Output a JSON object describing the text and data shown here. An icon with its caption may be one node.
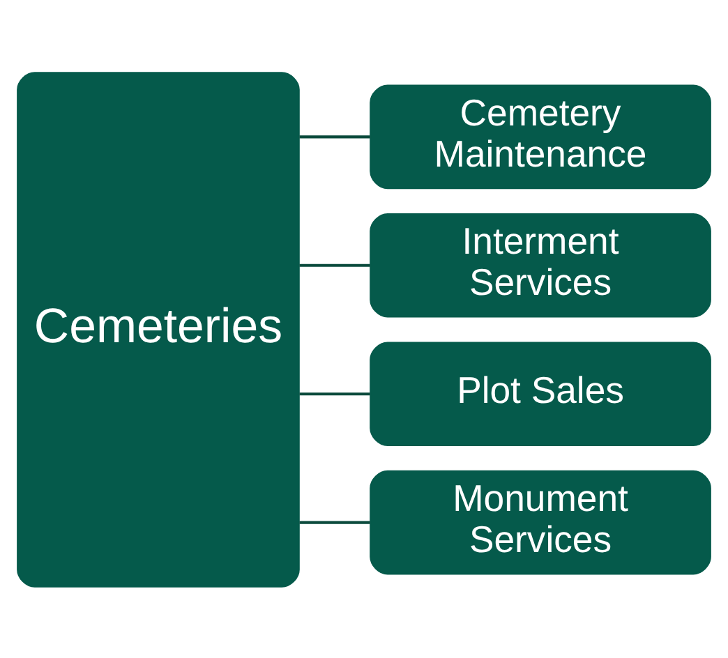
{
  "diagram": {
    "nodes": [
      {
        "text": [
          "Cemeteries"
        ]
      },
      {
        "text": [
          "Cemetery Maintenance"
        ]
      },
      {
        "text": [
          "Interment Services"
        ]
      },
      {
        "text": [
          "Plot Sales"
        ]
      },
      {
        "text": [
          "Monument Services"
        ]
      }
    ],
    "edges": [
      {
        "from": 0,
        "to": 1,
        "arrow": "none"
      },
      {
        "from": 0,
        "to": 2,
        "arrow": "none"
      },
      {
        "from": 0,
        "to": 3,
        "arrow": "none"
      },
      {
        "from": 0,
        "to": 4,
        "arrow": "none"
      }
    ]
  }
}
